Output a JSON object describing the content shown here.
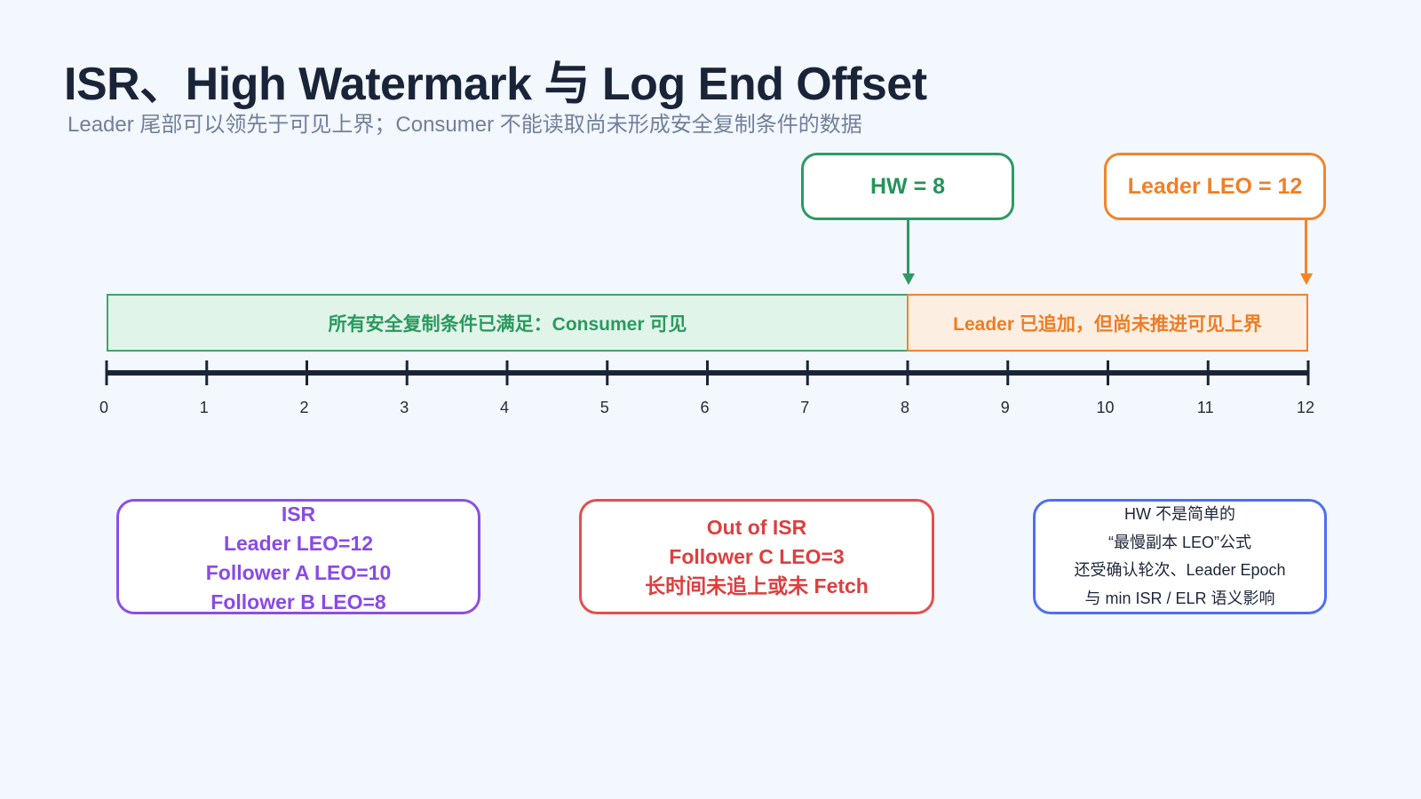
{
  "title": "ISR、High Watermark 与 Log End Offset",
  "subtitle": "Leader 尾部可以领先于可见上界；Consumer 不能读取尚未形成安全复制条件的数据",
  "callouts": {
    "hw": "HW = 8",
    "leader_leo": "Leader LEO = 12"
  },
  "segments": {
    "visible": "所有安全复制条件已满足：Consumer 可见",
    "pending": "Leader 已追加，但尚未推进可见上界"
  },
  "axis": {
    "ticks": [
      "0",
      "1",
      "2",
      "3",
      "4",
      "5",
      "6",
      "7",
      "8",
      "9",
      "10",
      "11",
      "12"
    ]
  },
  "boxes": {
    "isr": {
      "lines": [
        "ISR",
        "Leader LEO=12",
        "Follower A LEO=10",
        "Follower B LEO=8"
      ]
    },
    "out_of_isr": {
      "lines": [
        "Out of ISR",
        "Follower C LEO=3",
        "长时间未追上或未 Fetch"
      ]
    },
    "note": {
      "lines": [
        "HW 不是简单的",
        "“最慢副本 LEO”公式",
        "还受确认轮次、Leader Epoch",
        "与 min ISR / ELR 语义影响"
      ]
    }
  },
  "colors": {
    "background": "#f3f7fe",
    "title": "#1a2439",
    "subtitle": "#71809b",
    "visible_green": "#2d9a64",
    "pending_orange": "#f5832a",
    "isr_purple": "#8b4fe6",
    "out_red": "#e54e4e",
    "note_blue": "#4f6ff0",
    "axis": "#1a2439"
  }
}
